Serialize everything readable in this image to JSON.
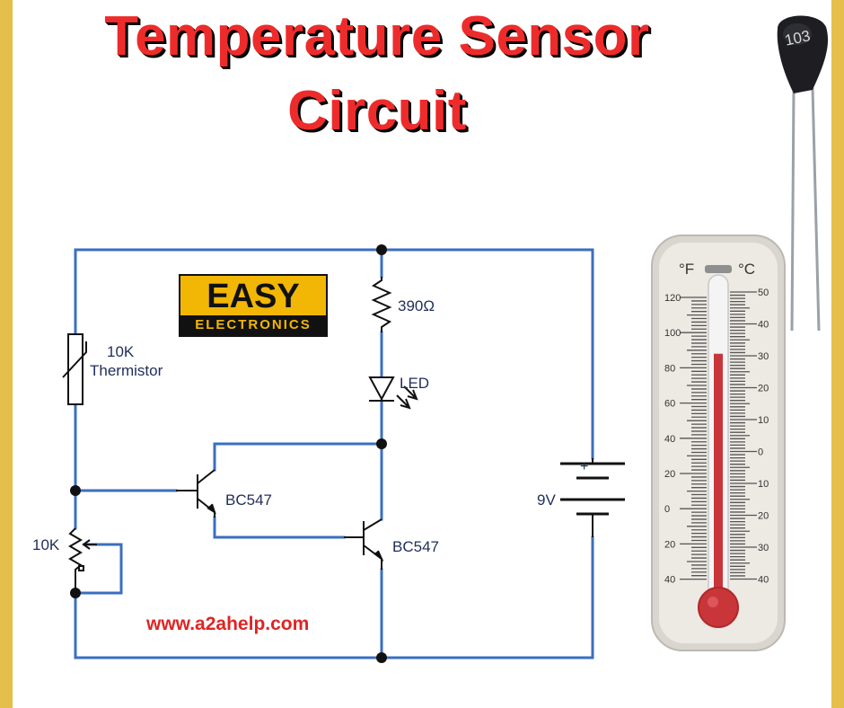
{
  "title": {
    "line1": "Temperature Sensor",
    "line2": "Circuit"
  },
  "logo": {
    "top": "EASY",
    "bottom": "ELECTRONICS"
  },
  "website": "www.a2ahelp.com",
  "components": {
    "thermistor_value": "10K",
    "thermistor_name": "Thermistor",
    "potentiometer": "10K",
    "resistor": "390Ω",
    "led": "LED",
    "transistor_1": "BC547",
    "transistor_2": "BC547",
    "battery": "9V",
    "battery_plus": "+"
  },
  "thermistor_part": {
    "marking": "103"
  },
  "thermometer": {
    "unit_f": "°F",
    "unit_c": "°C",
    "f_ticks": [
      "120",
      "100",
      "80",
      "60",
      "40",
      "20",
      "0",
      "20",
      "40"
    ],
    "c_ticks": [
      "50",
      "40",
      "30",
      "20",
      "10",
      "0",
      "10",
      "20",
      "30",
      "40"
    ],
    "level_f": 88,
    "f_range": [
      -40,
      120
    ]
  },
  "colors": {
    "wire": "#3a6fc0",
    "title": "#ee2b2b",
    "mercury": "#c9363a",
    "frame": "#e4c04a",
    "logo_bg": "#f2b705"
  }
}
